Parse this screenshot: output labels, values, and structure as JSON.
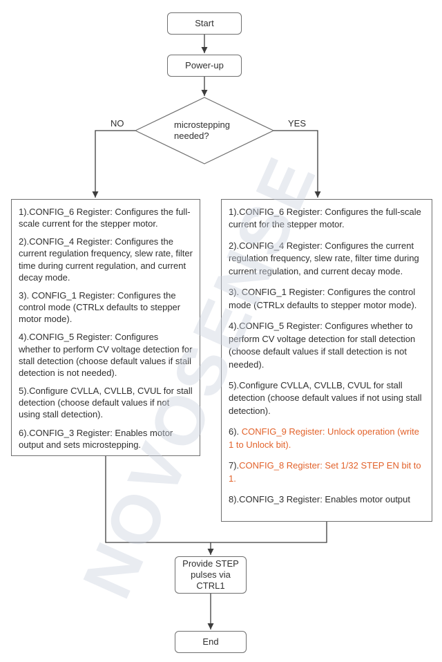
{
  "colors": {
    "highlight": "#e2622b",
    "line": "#3d3d3d",
    "node-border": "#6e6e6e",
    "text": "#2f2f2f",
    "watermark": "#ccd3e0"
  },
  "watermark": "NOVOSENSE",
  "flow": {
    "start": "Start",
    "powerup": "Power-up",
    "decision": "microstepping needed?",
    "no": "NO",
    "yes": "YES",
    "provide_step": "Provide STEP pulses via CTRL1",
    "end": "End"
  },
  "left_box": {
    "items": [
      "1).CONFIG_6 Register: Configures the full-scale current for the stepper motor.",
      "2).CONFIG_4 Register: Configures the current regulation frequency, slew rate, filter time during current regulation, and current decay mode.",
      "3). CONFIG_1 Register: Configures the control mode (CTRLx defaults to stepper motor mode).",
      "4).CONFIG_5 Register: Configures whether to perform CV voltage detection for stall detection (choose default values if stall detection is not needed).",
      "5).Configure CVLLA, CVLLB, CVUL for stall detection (choose default values if not using stall detection).",
      "6).CONFIG_3 Register: Enables motor output and sets microstepping."
    ]
  },
  "right_box": {
    "items": [
      {
        "prefix": "1).",
        "text": "CONFIG_6 Register: Configures the full-scale current for the stepper motor."
      },
      {
        "prefix": "2).",
        "text": "CONFIG_4 Register: Configures the current regulation frequency, slew rate, filter time during current regulation, and current decay mode."
      },
      {
        "prefix": "3). ",
        "text": "CONFIG_1 Register: Configures the control mode (CTRLx defaults to stepper motor mode)."
      },
      {
        "prefix": "4).",
        "text": "CONFIG_5 Register: Configures whether to perform CV voltage detection for stall detection (choose default values if stall detection is not needed)."
      },
      {
        "prefix": "5).",
        "text": "Configure CVLLA, CVLLB, CVUL for stall detection (choose default values if not using stall detection)."
      },
      {
        "prefix": "6). ",
        "text": "CONFIG_9 Register: Unlock operation (write 1 to Unlock bit).",
        "highlight": true
      },
      {
        "prefix": "7).",
        "text": "CONFIG_8 Register: Set 1/32 STEP EN bit to 1.",
        "highlight": true
      },
      {
        "prefix": "8).",
        "text": "CONFIG_3 Register: Enables motor output"
      }
    ]
  }
}
